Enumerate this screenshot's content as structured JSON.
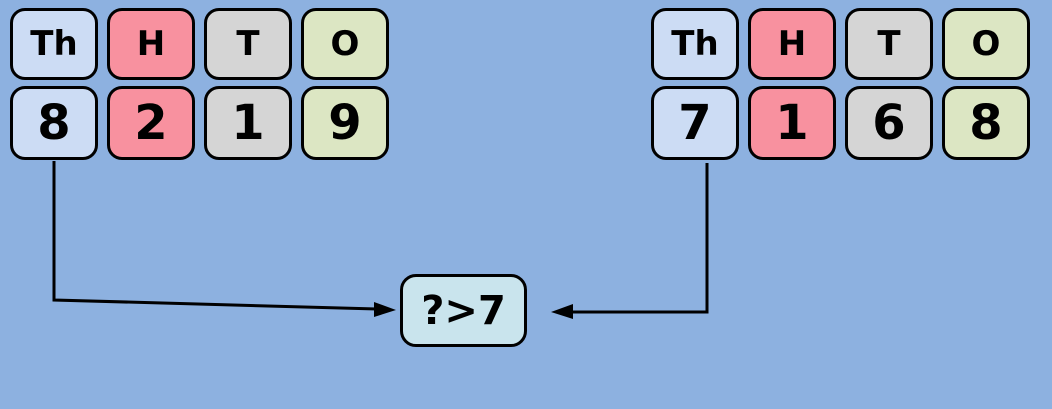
{
  "colors": {
    "background": "#8db1e0",
    "thousands_cell": "#ccdcf4",
    "hundreds_cell": "#f8919f",
    "tens_cell": "#d5d5d5",
    "ones_cell": "#dce6c3",
    "comparison_box": "#c9e4ed",
    "arrow_line": "#000000"
  },
  "left_chart": {
    "headers": [
      "Th",
      "H",
      "T",
      "O"
    ],
    "digits": [
      "8",
      "2",
      "1",
      "9"
    ]
  },
  "right_chart": {
    "headers": [
      "Th",
      "H",
      "T",
      "O"
    ],
    "digits": [
      "7",
      "1",
      "6",
      "8"
    ]
  },
  "comparison": {
    "label": "?>7"
  }
}
